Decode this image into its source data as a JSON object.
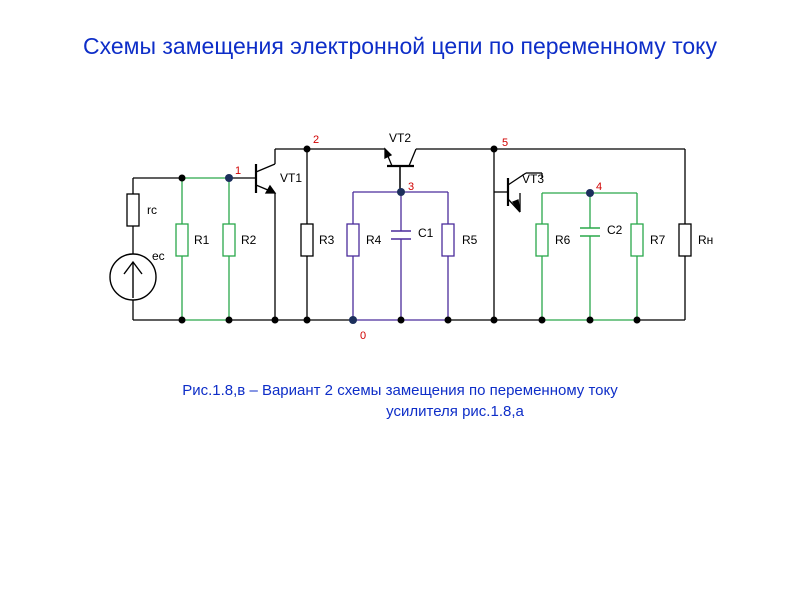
{
  "title": "Схемы замещения электронной цепи по переменному току",
  "caption": {
    "line1": "Рис.1.8,в – Вариант 2 схемы замещения по переменному току",
    "line2": "усилителя рис.1.8,а"
  },
  "components": {
    "rc": "rc",
    "ec": "ec",
    "r1": "R1",
    "r2": "R2",
    "r3": "R3",
    "r4": "R4",
    "r5": "R5",
    "r6": "R6",
    "r7": "R7",
    "rn": "Rн",
    "c1": "C1",
    "c2": "C2",
    "vt1": "VT1",
    "vt2": "VT2",
    "vt3": "VT3"
  },
  "nodes": {
    "n0": "0",
    "n1": "1",
    "n2": "2",
    "n3": "3",
    "n4": "4",
    "n5": "5"
  },
  "colors": {
    "title": "#0e2ec8",
    "wire": "#000000",
    "green_net": "#2aa84a",
    "purple_net": "#4b2c9c",
    "node_label": "#d00000",
    "component_fill": "#ffffff",
    "dot": "#000000",
    "node_dot": "#1c2f5c"
  }
}
